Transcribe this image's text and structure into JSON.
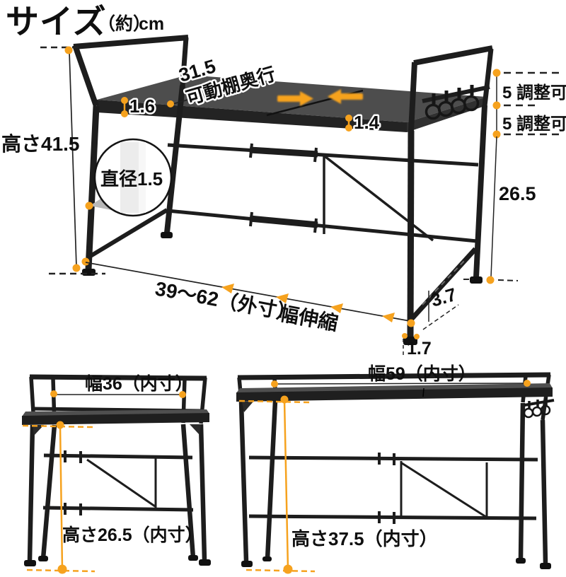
{
  "title": {
    "main": "サイズ",
    "approx": "（約）",
    "unit": "cm"
  },
  "colors": {
    "accent_orange": "#F6A21E",
    "frame_black": "#1D1D1D",
    "shelf_gray": "#4A4A4A",
    "background": "#FFFFFF",
    "text": "#0F0F0F"
  },
  "main_view": {
    "overall_height": "高さ41.5",
    "shelf_depth_value": "31.5",
    "shelf_depth_label": "可動棚奥行",
    "shelf_thickness_left": "1.6",
    "shelf_thickness_right": "1.4",
    "guard_adjust_upper": "5 調整可",
    "guard_adjust_lower": "5 調整可",
    "side_inner_height": "26.5",
    "pole_diameter": "直径1.5",
    "width_range": "39〜62（外寸）",
    "width_stretch_label": "幅伸縮",
    "bottom_rail_height": "3.7",
    "foot_height": "1.7"
  },
  "compact_view": {
    "inner_width": "幅36（内寸）",
    "inner_height": "高さ26.5（内寸）"
  },
  "extended_view": {
    "inner_width": "幅59（内寸）",
    "inner_height": "高さ37.5（内寸）"
  }
}
